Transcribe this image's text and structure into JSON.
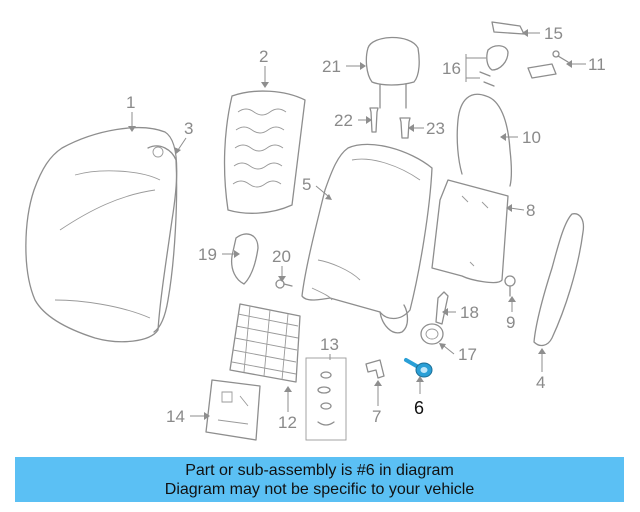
{
  "callouts": [
    "1",
    "2",
    "3",
    "4",
    "5",
    "6",
    "7",
    "8",
    "9",
    "10",
    "11",
    "12",
    "13",
    "14",
    "15",
    "16",
    "17",
    "18",
    "19",
    "20",
    "21",
    "22",
    "23"
  ],
  "highlight": "6",
  "colors": {
    "banner_bg": "#5bc0f4",
    "line": "#8e8e8e",
    "highlight_part": "#2a9fd6",
    "text": "#111111"
  },
  "banner": {
    "line1": "Part or sub-assembly is #6 in diagram",
    "line2": "Diagram may not be specific to your vehicle"
  }
}
